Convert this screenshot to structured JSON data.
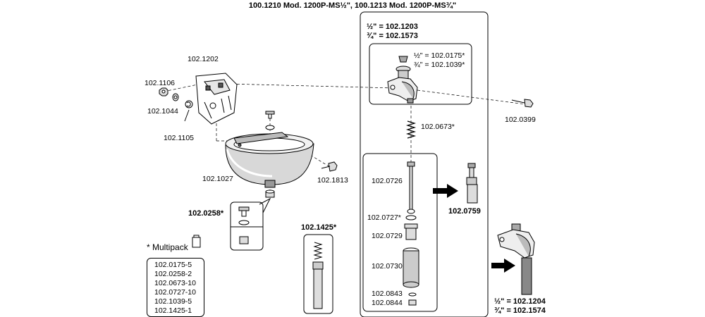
{
  "title": "100.1210 Mod. 1200P-MS½\", 100.1213 Mod. 1200P-MS¾\"",
  "labels": {
    "bracket": "102.1202",
    "nut": "102.1106",
    "washer": "102.1044",
    "clip": "102.1105",
    "bowl": "102.1027",
    "bolt_side": "102.1813",
    "valve_half": "½\" = 102.1203",
    "valve_three_quarter": "¾\" = 102.1573",
    "cap_half": "½\" = 102.0175*",
    "cap_three_quarter": "¾\" = 102.1039*",
    "bolt_right": "102.0399",
    "spring": "102.0673*",
    "stem": "102.0726",
    "assembly_0759": "102.0759",
    "ring": "102.0727*",
    "bush": "102.0729",
    "sleeve": "102.0730",
    "part_0843": "102.0843",
    "part_0844": "102.0844",
    "drain": "102.0258*",
    "pkg_1425": "102.1425*",
    "out_half": "½\" = 102.1204",
    "out_three_quarter": "¾\" = 102.1574"
  },
  "multipack": {
    "heading": "* Multipack",
    "items": [
      "102.0175-5",
      "102.0258-2",
      "102.0673-10",
      "102.0727-10",
      "102.1039-5",
      "102.1425-1"
    ]
  }
}
